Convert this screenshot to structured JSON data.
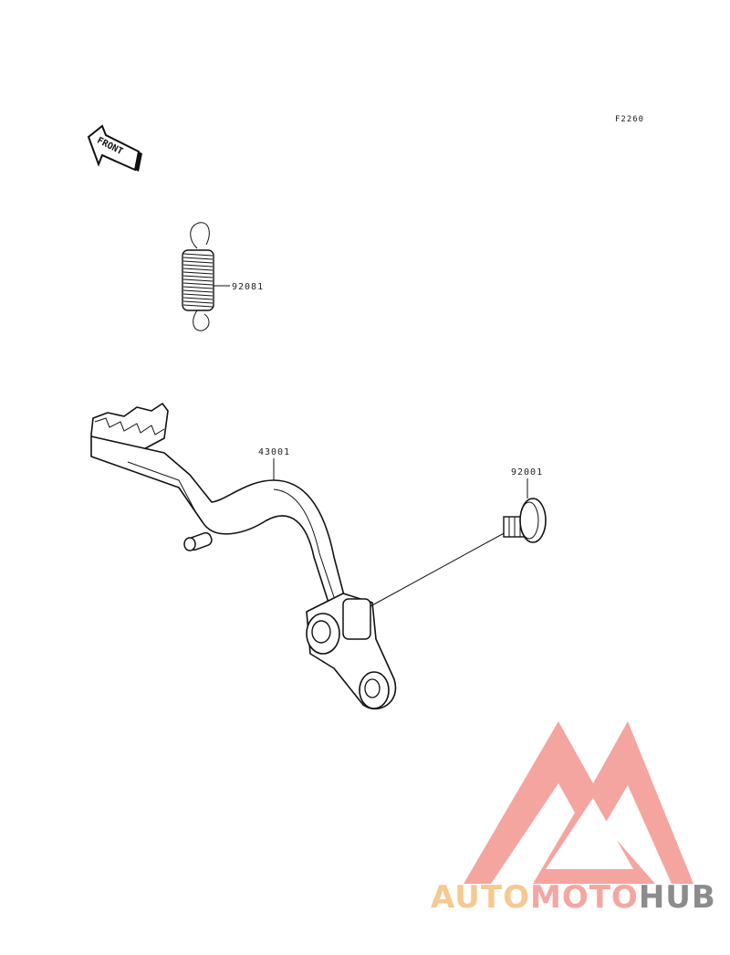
{
  "figure_code": "F2260",
  "front_label": "FRONT",
  "callouts": [
    {
      "id": "spring",
      "label": "92081"
    },
    {
      "id": "pedal",
      "label": "43001"
    },
    {
      "id": "bolt",
      "label": "92001"
    }
  ],
  "watermark": {
    "parts": [
      "AUTO",
      "MOTO",
      "HUB"
    ],
    "colors": {
      "auto": "#f5c992",
      "moto": "#f4a6a0",
      "hub": "#8c8c8c",
      "logo": "#f4a19b"
    }
  }
}
